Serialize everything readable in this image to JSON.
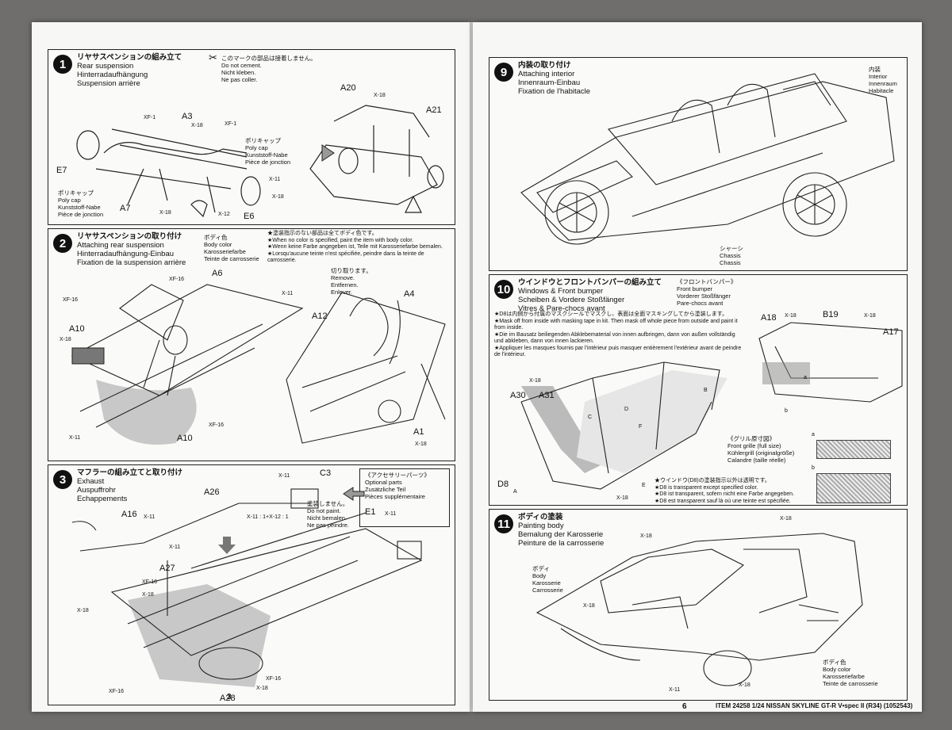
{
  "footer": {
    "item": "ITEM 24258  1/24 NISSAN SKYLINE GT-R V•spec II (R34) (1052543)"
  },
  "pages": {
    "left_number": "3",
    "right_number": "6"
  },
  "legend": {
    "no_cement": [
      "このマークの部品は接着しません。",
      "Do not cement.",
      "Nicht kleben.",
      "Ne pas coller."
    ]
  },
  "steps": {
    "s1": {
      "num": "1",
      "title": [
        "リヤサスペンションの組み立て",
        "Rear suspension",
        "Hinterradaufhängung",
        "Suspension arrière"
      ],
      "polycap": [
        "ポリキャップ",
        "Poly cap",
        "Kunststoff-Nabe",
        "Pièce de jonction"
      ],
      "parts": {
        "a3": "A3",
        "a7": "A7",
        "e7": "E7",
        "e6": "E6",
        "a20": "A20",
        "a21": "A21",
        "xf1": "XF-1",
        "x18": "X-18",
        "x11": "X-11",
        "x12": "X-12"
      }
    },
    "s2": {
      "num": "2",
      "title": [
        "リヤサスペンションの取り付け",
        "Attaching rear suspension",
        "Hinterradaufhängung-Einbau",
        "Fixation de la suspension arrière"
      ],
      "body_color": [
        "ボディ色",
        "Body color",
        "Karosseriefarbe",
        "Teinte de carrosserie"
      ],
      "notes": [
        "★塗装指示のない部品は全てボディ色です。",
        "★When no color is specified, paint the item with body color.",
        "★Wenn keine Farbe angegeben ist, Teile mit Karosseriefarbe bemalen.",
        "★Lorsqu'aucune teinte n'est spécifiée, peindre dans la teinte de carrosserie."
      ],
      "remove": [
        "切り取ります。",
        "Remove.",
        "Entfernen.",
        "Enlever."
      ],
      "parts": {
        "a6": "A6",
        "a10": "A10",
        "a12": "A12",
        "a4": "A4",
        "a1": "A1",
        "xf16": "XF-16",
        "x18": "X-18",
        "x11": "X-11"
      }
    },
    "s3": {
      "num": "3",
      "title": [
        "マフラーの組み立てと取り付け",
        "Exhaust",
        "Auspuffrohr",
        "Echappements"
      ],
      "no_paint": [
        "塗装しません。",
        "Do not paint.",
        "Nicht bemalen.",
        "Ne pas peindre."
      ],
      "optional": [
        "《アクセサリーパーツ》",
        "Optional parts",
        "Zusätzliche Teil",
        "Pièces supplémentaire"
      ],
      "mix": "X-11 : 1+X-12 : 1",
      "parts": {
        "c3": "C3",
        "a26": "A26",
        "a16": "A16",
        "a27": "A27",
        "a28": "A28",
        "e1": "E1",
        "xf16": "XF-16",
        "x18": "X-18",
        "x11": "X-11"
      }
    },
    "s9": {
      "num": "9",
      "title": [
        "内装の取り付け",
        "Attaching interior",
        "Innenraum-Einbau",
        "Fixation de l'habitacle"
      ],
      "interior": [
        "内装",
        "Interior",
        "Innenraum",
        "Habitacle"
      ],
      "chassis": [
        "シャーシ",
        "Chassis",
        "Chassis"
      ]
    },
    "s10": {
      "num": "10",
      "title": [
        "ウインドウとフロントバンパーの組み立て",
        "Windows & Front bumper",
        "Scheiben & Vordere Stoßfänger",
        "Vitres & Pare-chocs avant"
      ],
      "notes": [
        "★D8は内側から付属のマスクシールでマスクし、表面は全面マスキングしてから塗装します。",
        "★Mask off from inside with masking tape in kit. Then mask off whole piece from outside and paint it from inside.",
        "★Die im Bausatz beiliegenden Abklebematerial von innen aufbringen, dann von außen vollständig",
        "und abkleben, dann von innen lackieren.",
        "★Appliquer les masques fournis par l'intérieur puis masquer entièrement l'extérieur avant de peindre",
        "de l'intérieur."
      ],
      "bumper": [
        "《フロントバンパー》",
        "Front bumper",
        "Vorderer Stoßfänger",
        "Pare-chocs avant"
      ],
      "grille": [
        "《グリル原寸図》",
        "Front grille (full size)",
        "Kühlergrill (originalgröße)",
        "Calandre (taille réelle)"
      ],
      "window_notes": [
        "★ウインドウ(D8)の塗装指示以外は透明です。",
        "★D8 is transparent except specified color.",
        "★D8 ist transparent, sofern nicht eine Farbe angegeben.",
        "★D8 est transparent sauf là où une teinte est spécifiée."
      ],
      "parts": {
        "a18": "A18",
        "b19": "B19",
        "a17": "A17",
        "a30": "A30",
        "a31": "A31",
        "d8": "D8",
        "x18": "X-18"
      },
      "letters": {
        "a": "A",
        "b": "B",
        "c": "C",
        "d": "D",
        "e": "E",
        "f": "F",
        "la": "a",
        "lb": "b"
      }
    },
    "s11": {
      "num": "11",
      "title": [
        "ボディの塗装",
        "Painting body",
        "Bemalung der Karosserie",
        "Peinture de la carrosserie"
      ],
      "body": [
        "ボディ",
        "Body",
        "Karosserie",
        "Carrosserie"
      ],
      "body_color": [
        "ボディ色",
        "Body color",
        "Karosseriefarbe",
        "Teinte de carrosserie"
      ],
      "parts": {
        "x18": "X-18",
        "x11": "X-11"
      }
    }
  }
}
